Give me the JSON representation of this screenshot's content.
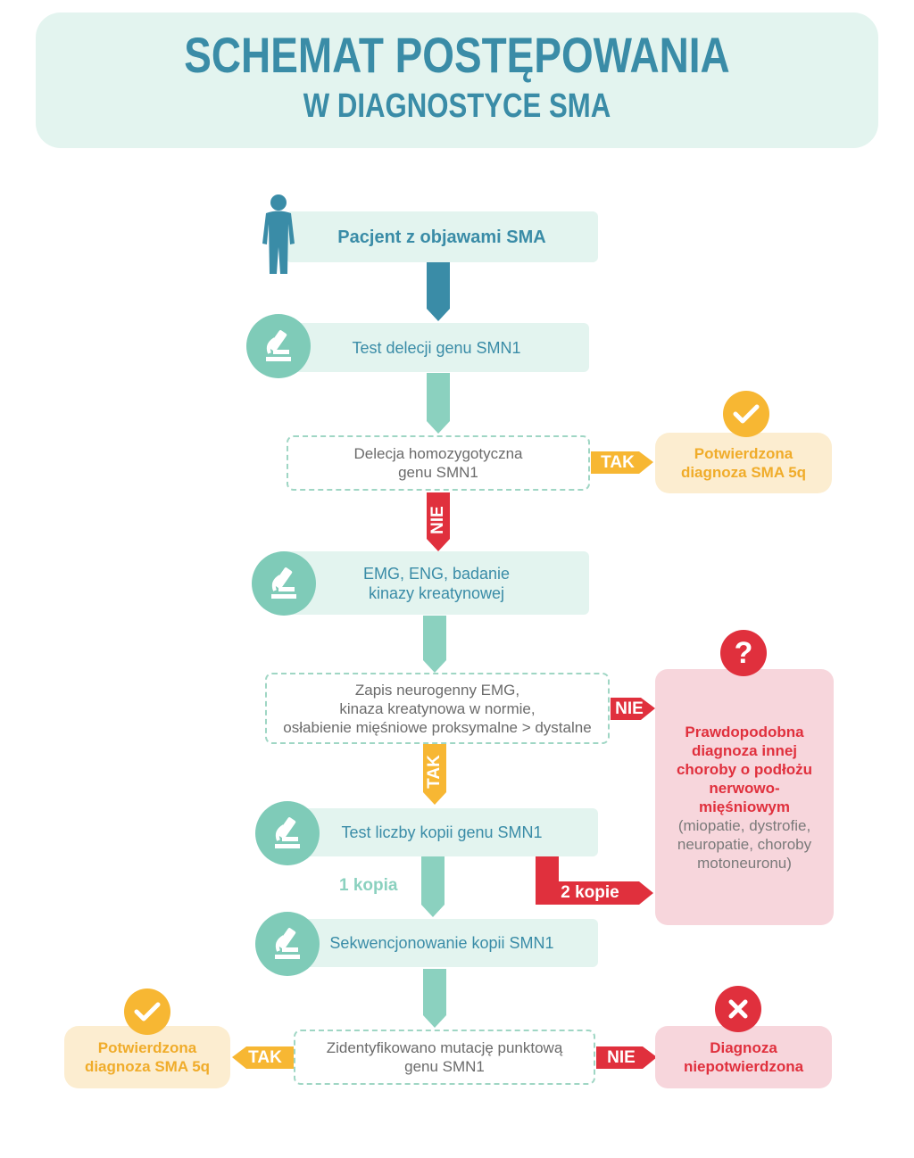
{
  "header": {
    "title": "SCHEMAT POSTĘPOWANIA",
    "subtitle": "W DIAGNOSTYCE SMA"
  },
  "colors": {
    "teal_dark": "#3a8ca7",
    "teal": "#8bd1bf",
    "mint_bg": "#e3f4ef",
    "yellow": "#f7b733",
    "yellow_bg": "#fcedd0",
    "red": "#e0303d",
    "pink_bg": "#f7d6dc"
  },
  "steps": {
    "patient": "Pacjent z objawami SMA",
    "deletion_test": "Test delecji genu SMN1",
    "emg": "EMG, ENG, badanie\nkinazy kreatynowej",
    "copy_test": "Test liczby kopii genu SMN1",
    "sequencing": "Sekwencjonowanie kopii SMN1"
  },
  "decisions": {
    "homozygous": "Delecja homozygotyczna\ngenu SMN1",
    "neurogenic": "Zapis neurogenny EMG,\nkinaza kreatynowa w normie,\nosłabienie mięśniowe proksymalne > dystalne",
    "point_mutation": "Zidentyfikowano mutację punktową\ngenu SMN1"
  },
  "outcomes": {
    "confirmed_top": "Potwierdzona\ndiagnoza SMA 5q",
    "confirmed_bottom": "Potwierdzona\ndiagnoza SMA 5q",
    "other_disease_bold": "Prawdopodobna\ndiagnoza innej\nchoroby o podłożu\nnerwowo-\nmięśniowym",
    "other_disease_detail": "(miopatie, dystrofie,\nneuropatie, choroby\nmotoneuronu)",
    "not_confirmed": "Diagnoza\nniepotwierdzona"
  },
  "labels": {
    "tak_1": "TAK",
    "nie_1": "NIE",
    "nie_2": "NIE",
    "tak_2": "TAK",
    "one_copy": "1 kopia",
    "two_copies": "2 kopie",
    "tak_3": "TAK",
    "nie_3": "NIE"
  },
  "icons": {
    "patient": "person-silhouette-icon",
    "lab": "microscope-icon",
    "check": "check-icon",
    "question": "question-icon",
    "cross": "x-icon"
  }
}
